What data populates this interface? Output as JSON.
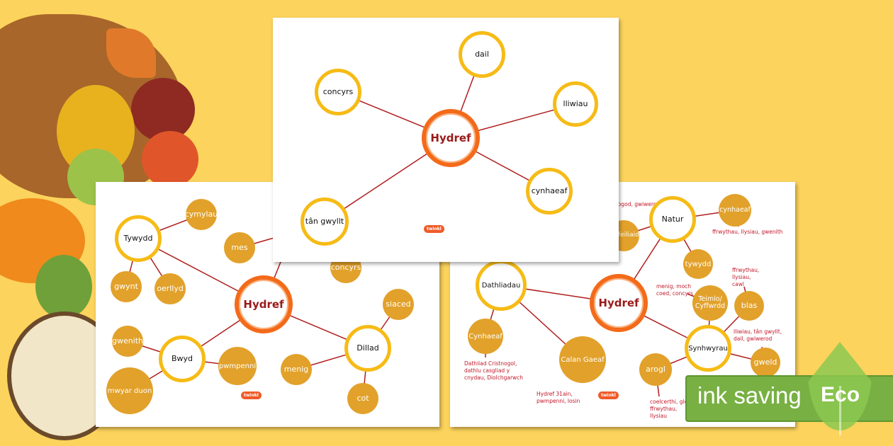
{
  "colors": {
    "background": "#fcd35c",
    "hub_ring": "#f36a1a",
    "node_ring": "#f6bb16",
    "node_fill": "#e2a12a",
    "line": "#b01e1e",
    "note": "#c0182a",
    "eco": "#78b043"
  },
  "top_sheet": {
    "hub": "Hydref",
    "nodes": [
      "dail",
      "concyrs",
      "lliwiau",
      "tân gwyllt",
      "cynhaeaf"
    ],
    "logo": "twinkl"
  },
  "left_sheet": {
    "hub": "Hydref",
    "categories": [
      "Tywydd",
      "Bwyd",
      "Dillad"
    ],
    "words": [
      "cymylau",
      "mes",
      "gwynt",
      "oerllyd",
      "concyrs",
      "siaced",
      "menig",
      "cot",
      "gwenith",
      "pwmpenni",
      "mwyar duon"
    ],
    "logo": "twinkl"
  },
  "right_sheet": {
    "hub": "Hydref",
    "categories": [
      "Dathliadau",
      "Natur",
      "Synhwyrau"
    ],
    "words": [
      "Cynhaeaf",
      "Calan Gaeaf",
      "anifeiliaid",
      "cynhaeaf",
      "tywydd",
      "Teimlo/ Cyffwrdd",
      "blas",
      "gweld",
      "arogl"
    ],
    "notes": [
      "Dathliad Cristnogol, dathlu casgliad y cnydau, Diolchgarwch",
      "Hydref 31ain, pwmpenni, losin",
      "draenogod, gwiwerod",
      "ffrwythau, llysiau, gwenith",
      "ffrwythau, llysiau, cawl",
      "menig, moch coed, concyrs",
      "lliwiau, tân gwyllt, dail, gwiwerod",
      "coelcerthi, glo, ffrwythau, llysiau"
    ],
    "logo": "twinkl"
  },
  "badge": {
    "label": "ink saving",
    "eco": "Eco"
  }
}
